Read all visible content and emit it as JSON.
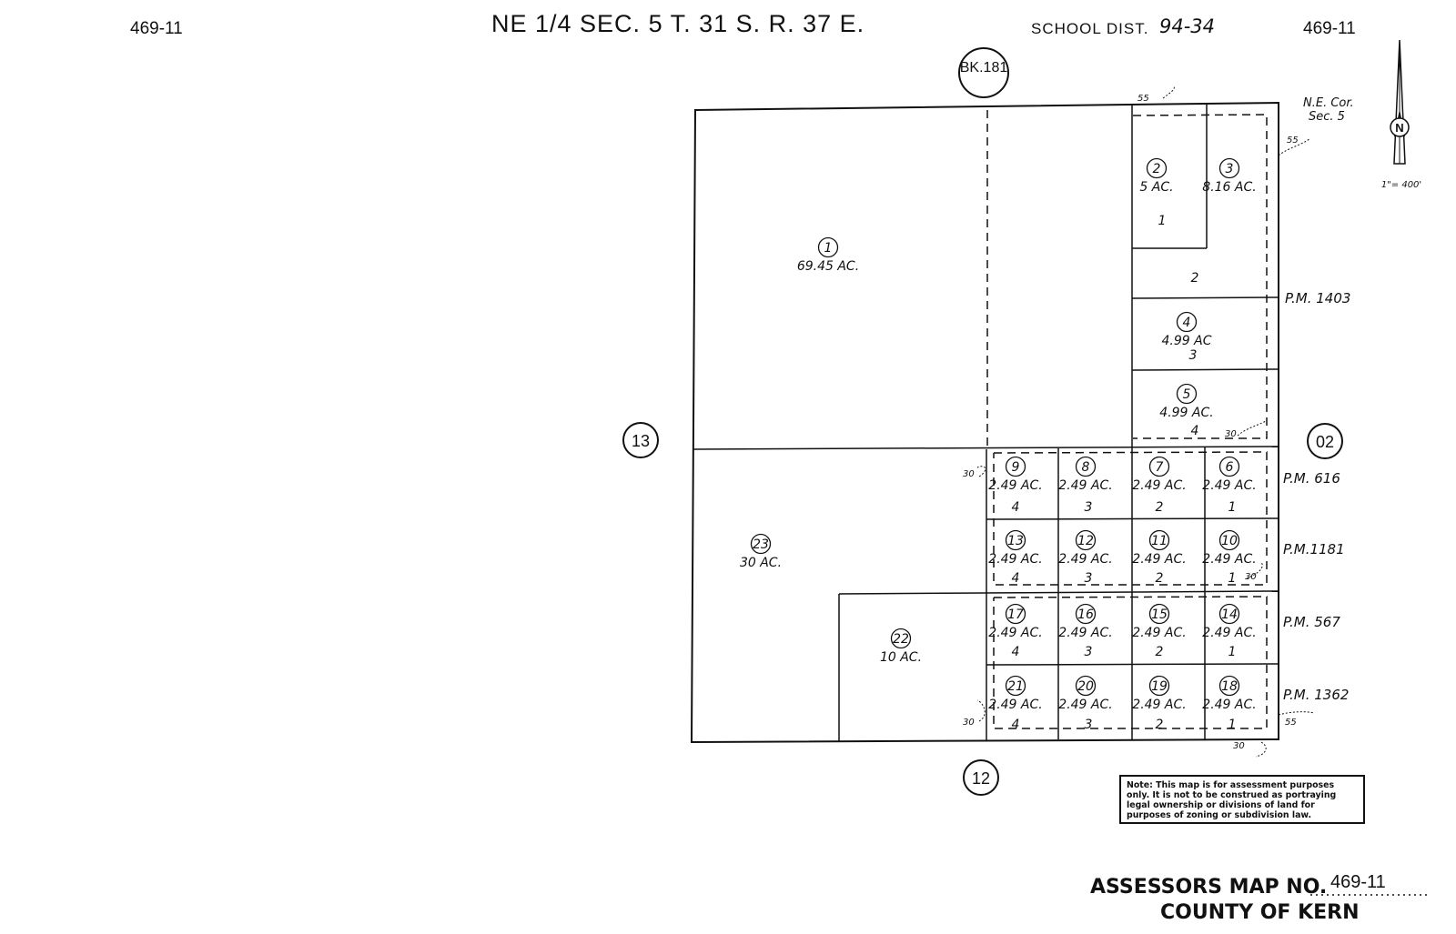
{
  "header": {
    "map_no_left": "469-11",
    "map_no_right": "469-11",
    "section_title": "NE 1/4 SEC. 5  T. 31 S. R. 37 E.",
    "school_dist_label": "SCHOOL DIST.",
    "school_dist_value": "94-34"
  },
  "book_ref": "BK.181",
  "adjacent_maps": {
    "west": "13",
    "east": "02",
    "south": "12"
  },
  "corner_label": {
    "line1": "N.E. Cor.",
    "line2": "Sec. 5"
  },
  "north_arrow": {
    "letter": "N",
    "scale": "1\"= 400'"
  },
  "parcels": [
    {
      "no": "1",
      "acres": "69.45 AC."
    },
    {
      "no": "2",
      "acres": "5 AC."
    },
    {
      "no": "3",
      "acres": "8.16 AC."
    },
    {
      "no": "4",
      "acres": "4.99 AC"
    },
    {
      "no": "5",
      "acres": "4.99 AC."
    },
    {
      "no": "6",
      "acres": "2.49 AC."
    },
    {
      "no": "7",
      "acres": "2.49 AC."
    },
    {
      "no": "8",
      "acres": "2.49 AC."
    },
    {
      "no": "9",
      "acres": "2.49 AC."
    },
    {
      "no": "10",
      "acres": "2.49 AC."
    },
    {
      "no": "11",
      "acres": "2.49 AC."
    },
    {
      "no": "12",
      "acres": "2.49 AC."
    },
    {
      "no": "13",
      "acres": "2.49 AC."
    },
    {
      "no": "14",
      "acres": "2.49 AC."
    },
    {
      "no": "15",
      "acres": "2.49 AC."
    },
    {
      "no": "16",
      "acres": "2.49 AC."
    },
    {
      "no": "17",
      "acres": "2.49 AC."
    },
    {
      "no": "18",
      "acres": "2.49 AC."
    },
    {
      "no": "19",
      "acres": "2.49 AC."
    },
    {
      "no": "20",
      "acres": "2.49 AC."
    },
    {
      "no": "21",
      "acres": "2.49 AC."
    },
    {
      "no": "22",
      "acres": "10 AC."
    },
    {
      "no": "23",
      "acres": "30 AC."
    }
  ],
  "lot_numbers": {
    "pm1403": [
      "1",
      "2",
      "3",
      "4"
    ],
    "pm616": [
      "4",
      "3",
      "2",
      "1"
    ],
    "pm1181": [
      "4",
      "3",
      "2",
      "1"
    ],
    "pm567": [
      "4",
      "3",
      "2",
      "1"
    ],
    "pm1362": [
      "4",
      "3",
      "2",
      "1"
    ]
  },
  "parcel_maps": [
    "P.M. 1403",
    "P.M. 616",
    "P.M.1181",
    "P.M. 567",
    "P.M. 1362"
  ],
  "dimensions": [
    "55",
    "55",
    "30",
    "30",
    "30",
    "30",
    "55",
    "30"
  ],
  "note": "Note: This map is for assessment purposes only. It is not to be construed as portraying legal ownership or divisions of land for purposes of zoning or subdivision law.",
  "footer": {
    "map_no_label": "ASSESSORS MAP NO.",
    "map_no_value": "469-11",
    "county": "COUNTY OF KERN"
  }
}
